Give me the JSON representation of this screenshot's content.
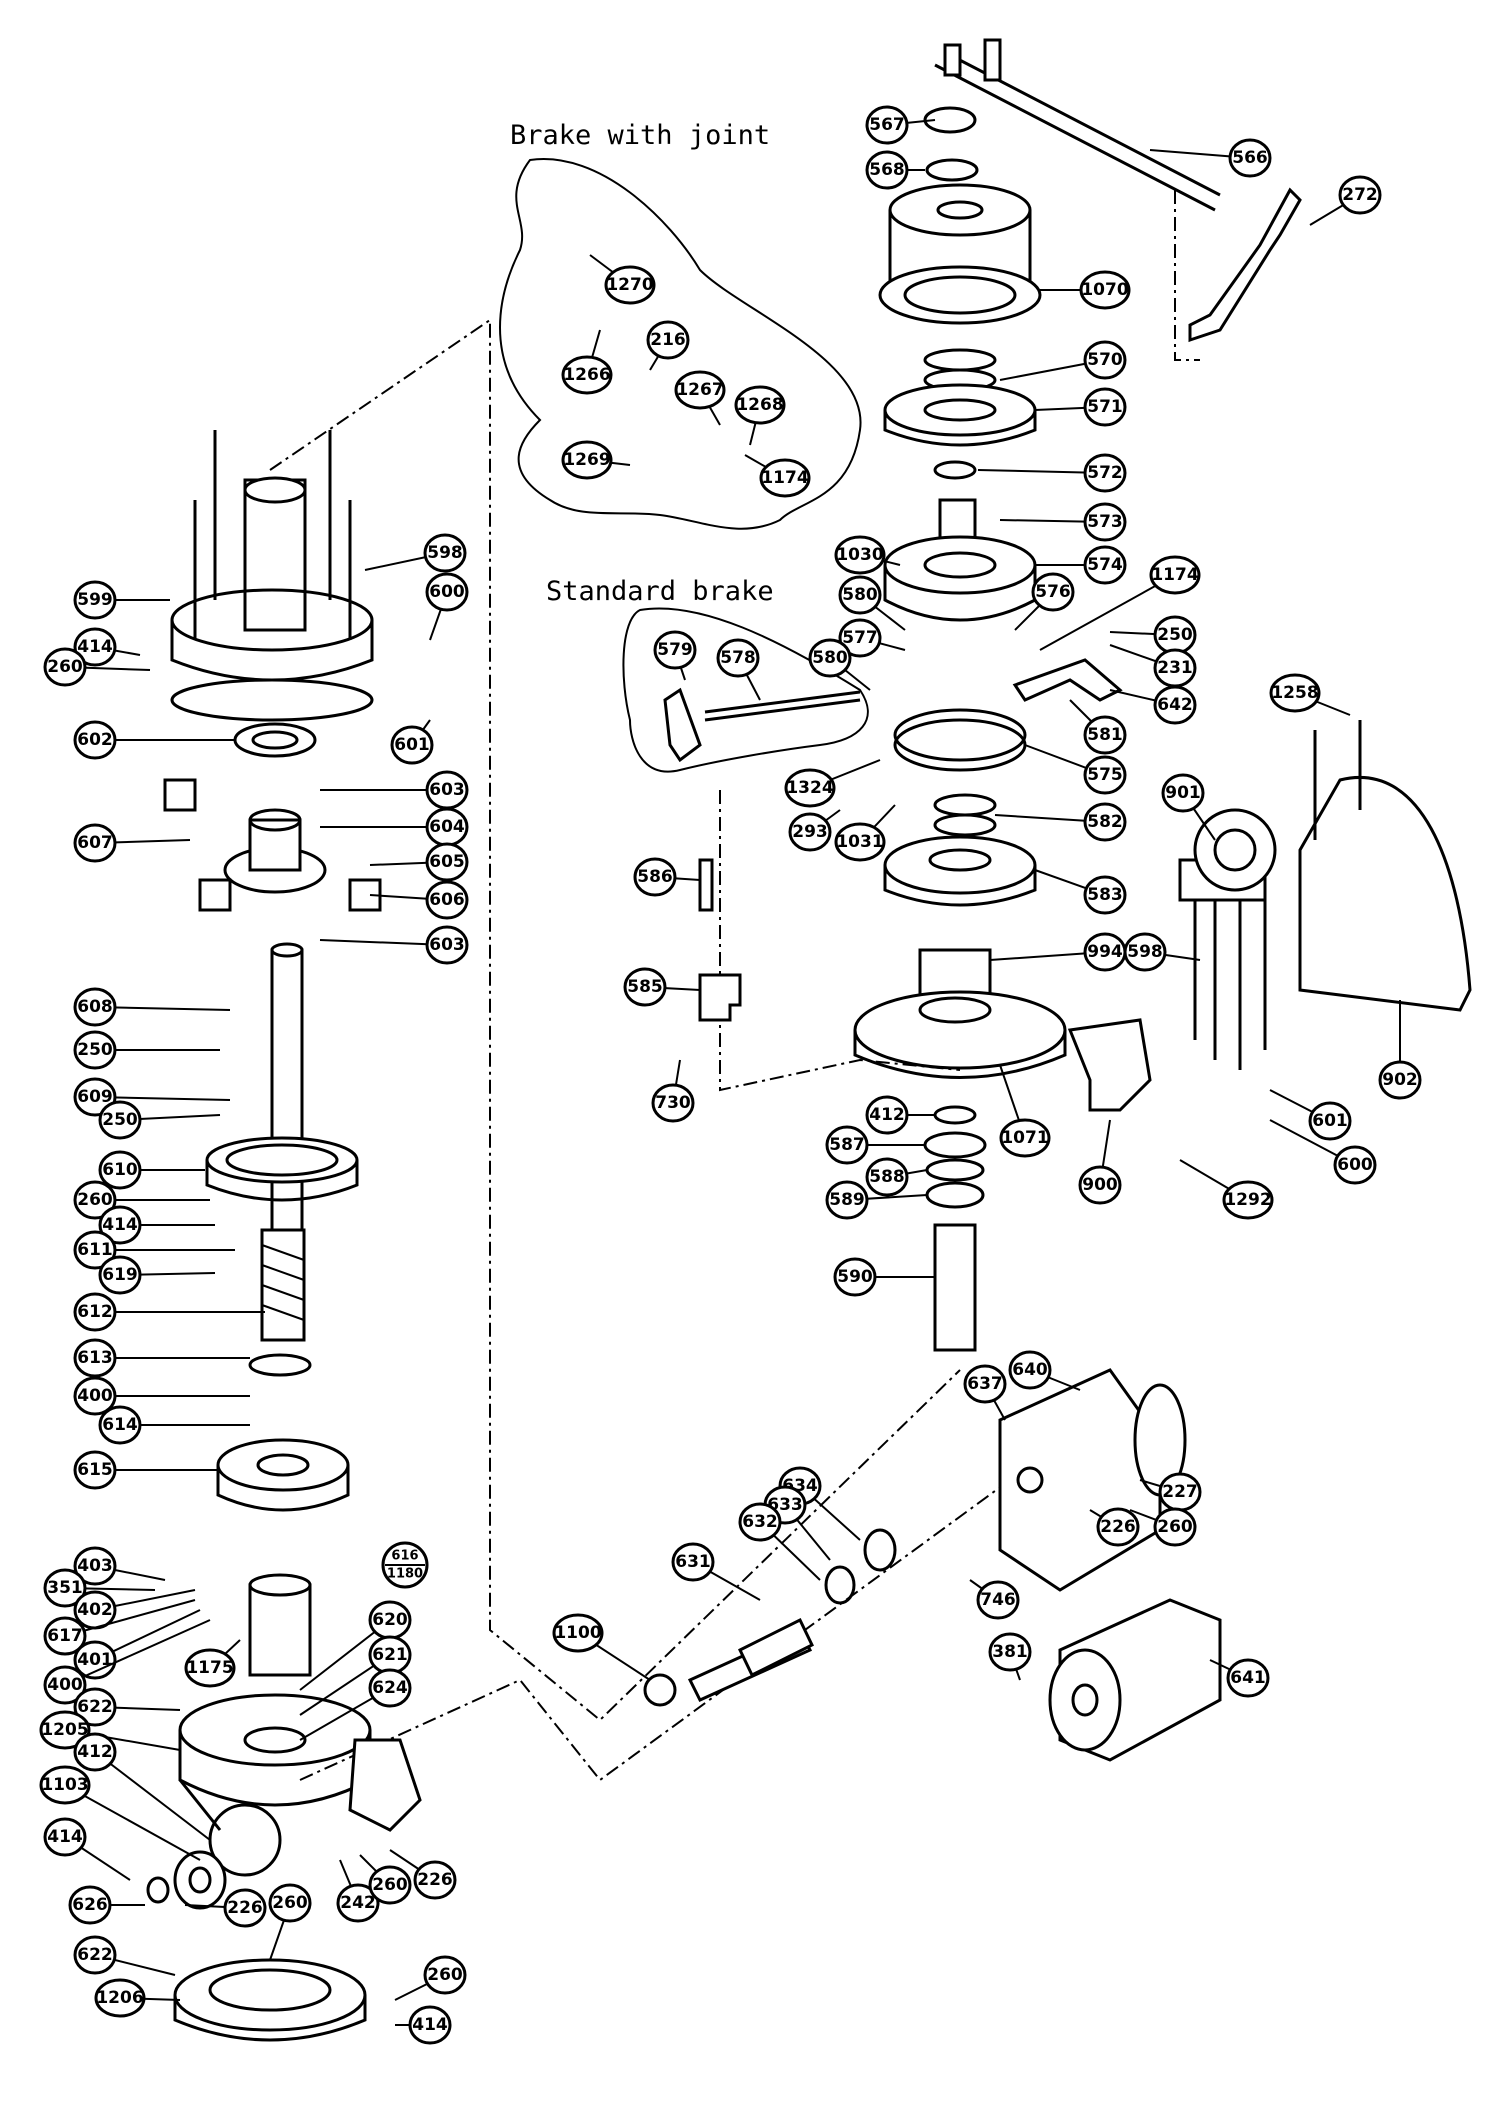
{
  "titles": {
    "brake_with_joint": "Brake with joint",
    "standard_brake": "Standard brake"
  },
  "callouts": {
    "c567": "567",
    "c568": "568",
    "c566": "566",
    "c272": "272",
    "c1070": "1070",
    "c570": "570",
    "c571": "571",
    "c572": "572",
    "c573": "573",
    "c574": "574",
    "c1030": "1030",
    "c580a": "580",
    "c576": "576",
    "c1174a": "1174",
    "c250a": "250",
    "c231": "231",
    "c577": "577",
    "c580b": "580",
    "c642": "642",
    "c581": "581",
    "c575": "575",
    "c1258": "1258",
    "c1324": "1324",
    "c293": "293",
    "c1031": "1031",
    "c582": "582",
    "c583": "583",
    "c994": "994",
    "c901": "901",
    "c598a": "598",
    "c902": "902",
    "c586": "586",
    "c585": "585",
    "c730": "730",
    "c412a": "412",
    "c1071": "1071",
    "c601a": "601",
    "c600a": "600",
    "c587": "587",
    "c588": "588",
    "c900": "900",
    "c1292": "1292",
    "c589": "589",
    "c590": "590",
    "c1270": "1270",
    "c1266": "1266",
    "c216": "216",
    "c1267": "1267",
    "c1268": "1268",
    "c1269": "1269",
    "c1174b": "1174",
    "c579": "579",
    "c578": "578",
    "c598b": "598",
    "c599": "599",
    "c600b": "600",
    "c414a": "414",
    "c260a": "260",
    "c601b": "601",
    "c602": "602",
    "c603a": "603",
    "c604": "604",
    "c607": "607",
    "c605": "605",
    "c606": "606",
    "c603b": "603",
    "c608": "608",
    "c250b": "250",
    "c609": "609",
    "c250c": "250",
    "c610": "610",
    "c260b": "260",
    "c414b": "414",
    "c611": "611",
    "c619": "619",
    "c612": "612",
    "c613": "613",
    "c400a": "400",
    "c614": "614",
    "c615": "615",
    "c403": "403",
    "c351": "351",
    "c402": "402",
    "c617": "617",
    "c401": "401",
    "c400b": "400",
    "c616_top": "616",
    "c616_bottom": "1180",
    "c1175": "1175",
    "c620": "620",
    "c621": "621",
    "c624": "624",
    "c622a": "622",
    "c1205": "1205",
    "c412b": "412",
    "c1103": "1103",
    "c414c": "414",
    "c626": "626",
    "c226a": "226",
    "c260c": "260",
    "c622b": "622",
    "c1206": "1206",
    "c260d": "260",
    "c414d": "414",
    "c242": "242",
    "c260e": "260",
    "c226b": "226",
    "c637": "637",
    "c640": "640",
    "c634": "634",
    "c633": "633",
    "c632": "632",
    "c631": "631",
    "c227": "227",
    "c226c": "226",
    "c260f": "260",
    "c746": "746",
    "c1100": "1100",
    "c381": "381",
    "c641": "641"
  }
}
